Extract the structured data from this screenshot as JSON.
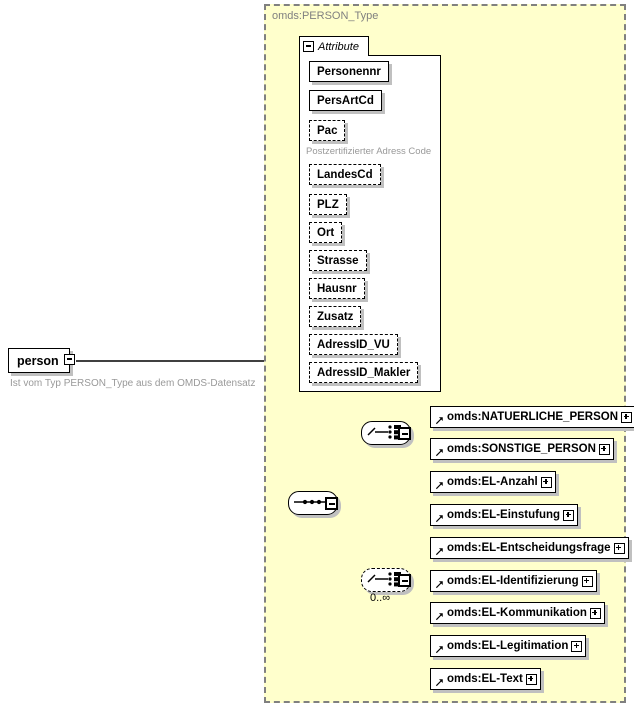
{
  "diagram": {
    "kind": "xsd-schema-diagram",
    "background_color": "#ffffff",
    "container_fill": "#ffffcc",
    "container_border": "#808080",
    "shadow_color": "#c0c0c0"
  },
  "type_container": {
    "title": "omds:PERSON_Type"
  },
  "root_element": {
    "name": "person",
    "annotation": "Ist vom Typ PERSON_Type aus dem OMDS-Datensatz",
    "toggle_icon": "minus-icon",
    "toggle_state": "expanded"
  },
  "attribute_panel": {
    "tab_label": "Attribute",
    "tab_icon": "minus-icon",
    "attributes": [
      {
        "name": "Personennr",
        "required": true,
        "note": ""
      },
      {
        "name": "PersArtCd",
        "required": true,
        "note": ""
      },
      {
        "name": "Pac",
        "required": false,
        "note": "Postzertifizierter Adress Code"
      },
      {
        "name": "LandesCd",
        "required": false,
        "note": ""
      },
      {
        "name": "PLZ",
        "required": false,
        "note": ""
      },
      {
        "name": "Ort",
        "required": false,
        "note": ""
      },
      {
        "name": "Strasse",
        "required": false,
        "note": ""
      },
      {
        "name": "Hausnr",
        "required": false,
        "note": ""
      },
      {
        "name": "Zusatz",
        "required": false,
        "note": ""
      },
      {
        "name": "AdressID_VU",
        "required": false,
        "note": ""
      },
      {
        "name": "AdressID_Makler",
        "required": false,
        "note": ""
      }
    ]
  },
  "compositors": {
    "sequence": {
      "type": "sequence",
      "icon": "sequence-icon",
      "toggle_icon": "minus-icon",
      "cardinality": ""
    },
    "choice_person": {
      "type": "choice",
      "icon": "choice-icon",
      "toggle_icon": "minus-icon",
      "cardinality": "",
      "optional": false
    },
    "choice_el": {
      "type": "choice",
      "icon": "choice-icon",
      "toggle_icon": "minus-icon",
      "cardinality": "0..∞",
      "optional": true
    }
  },
  "person_choice_elements": [
    {
      "name": "omds:NATUERLICHE_PERSON",
      "icon": "element-ref-icon",
      "expand_icon": "plus-icon"
    },
    {
      "name": "omds:SONSTIGE_PERSON",
      "icon": "element-ref-icon",
      "expand_icon": "plus-icon"
    }
  ],
  "el_choice_elements": [
    {
      "name": "omds:EL-Anzahl",
      "icon": "element-ref-icon",
      "expand_icon": "plus-icon"
    },
    {
      "name": "omds:EL-Einstufung",
      "icon": "element-ref-icon",
      "expand_icon": "plus-icon"
    },
    {
      "name": "omds:EL-Entscheidungsfrage",
      "icon": "element-ref-icon",
      "expand_icon": "plus-icon"
    },
    {
      "name": "omds:EL-Identifizierung",
      "icon": "element-ref-icon",
      "expand_icon": "plus-icon"
    },
    {
      "name": "omds:EL-Kommunikation",
      "icon": "element-ref-icon",
      "expand_icon": "plus-icon"
    },
    {
      "name": "omds:EL-Legitimation",
      "icon": "element-ref-icon",
      "expand_icon": "plus-icon"
    },
    {
      "name": "omds:EL-Text",
      "icon": "element-ref-icon",
      "expand_icon": "plus-icon"
    }
  ]
}
